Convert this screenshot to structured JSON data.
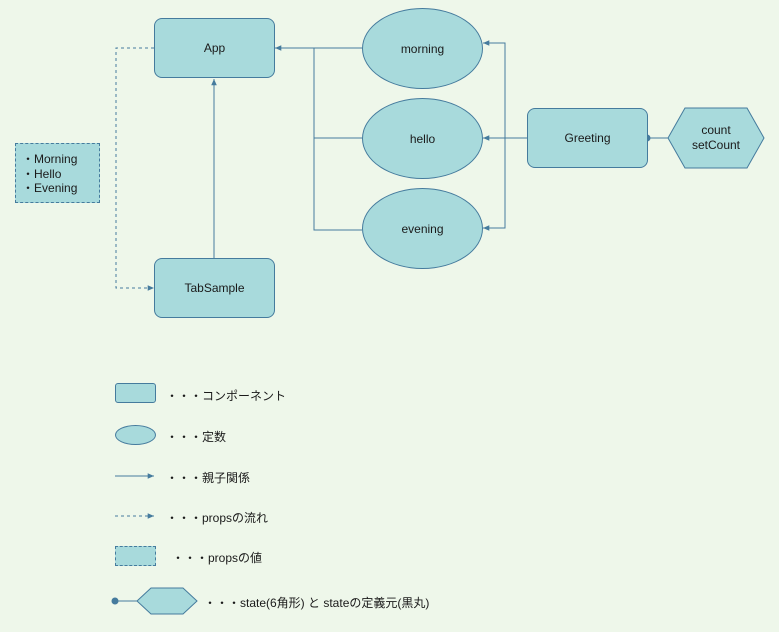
{
  "nodes": {
    "app": "App",
    "tabsample": "TabSample",
    "morning": "morning",
    "hello": "hello",
    "evening": "evening",
    "greeting": "Greeting",
    "state": {
      "line1": "count",
      "line2": "setCount"
    },
    "props_values": [
      "Morning",
      "Hello",
      "Evening"
    ]
  },
  "legend": {
    "component": "・・・コンポーネント",
    "constant": "・・・定数",
    "parent_child": "・・・親子関係",
    "props_flow": "・・・propsの流れ",
    "props_value": "・・・propsの値",
    "state": "・・・state(6角形) と stateの定義元(黒丸)"
  },
  "colors": {
    "fill": "#a8dadc",
    "stroke": "#457b9d",
    "background": "#eef7ea"
  }
}
